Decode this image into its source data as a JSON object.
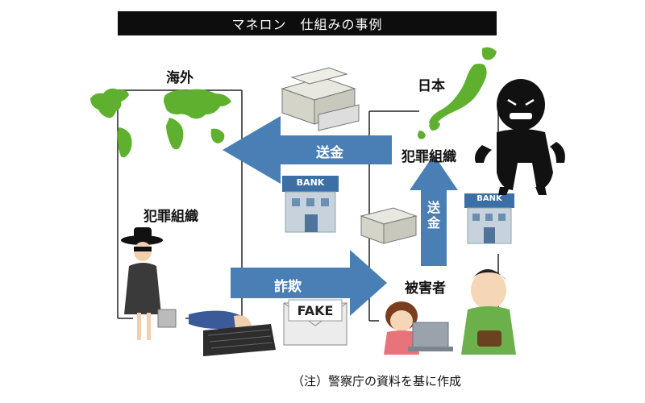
{
  "title": "マネロン　仕組みの事例",
  "regions": {
    "overseas": "海外",
    "japan": "日本"
  },
  "orgs": {
    "overseas_org": "犯罪組織",
    "japan_org": "犯罪組織",
    "victims": "被害者"
  },
  "arrows": {
    "remit_left": "送金",
    "fraud": "詐欺",
    "remit_up": "送金"
  },
  "bank_label": "BANK",
  "fake_label": "FAKE",
  "note": "（注）警察庁の資料を基に作成",
  "colors": {
    "arrow": "#4a7fb5",
    "map_green": "#5fb02f",
    "title_bg": "#0d0d0d"
  }
}
